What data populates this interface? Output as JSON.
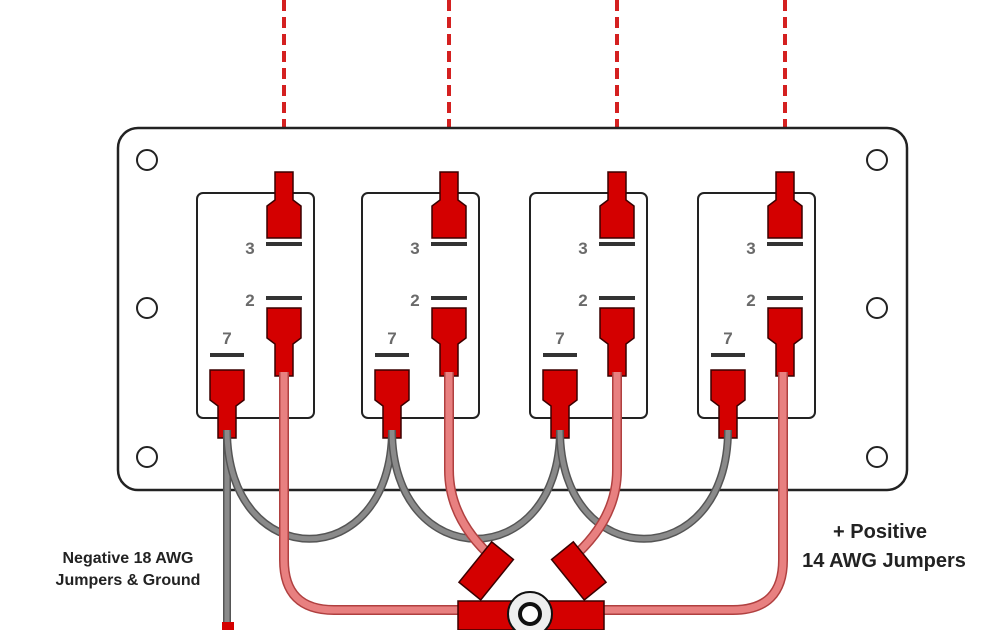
{
  "colors": {
    "panel_stroke": "#222222",
    "connector_red": "#d40000",
    "positive_wire": "#e88080",
    "negative_wire": "#8a8a8a",
    "feed_dashed": "#d42020"
  },
  "switches": [
    {
      "terminal_top": "3",
      "terminal_mid": "2",
      "terminal_ground": "7"
    },
    {
      "terminal_top": "3",
      "terminal_mid": "2",
      "terminal_ground": "7"
    },
    {
      "terminal_top": "3",
      "terminal_mid": "2",
      "terminal_ground": "7"
    },
    {
      "terminal_top": "3",
      "terminal_mid": "2",
      "terminal_ground": "7"
    }
  ],
  "labels": {
    "negative_line1": "Negative 18 AWG",
    "negative_line2": "Jumpers & Ground",
    "positive_line1": "+ Positive",
    "positive_line2": "14 AWG Jumpers"
  }
}
